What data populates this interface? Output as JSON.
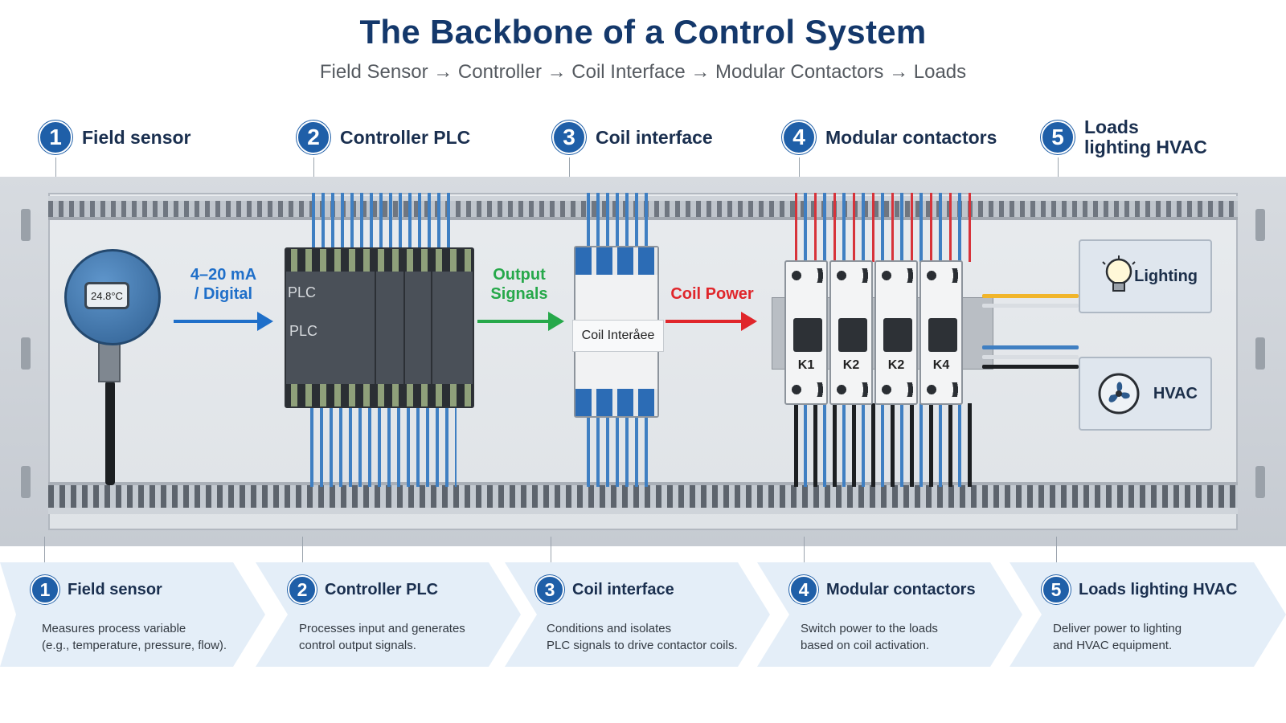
{
  "header": {
    "title": "The Backbone of a Control System",
    "subtitle": "Field Sensor → Controller → Coil Interface → Modular Contactors → Loads"
  },
  "steps": [
    {
      "num": "1",
      "label": "Field sensor",
      "desc": "Measures process variable\n(e.g., temperature, pressure, flow)."
    },
    {
      "num": "2",
      "label": "Controller PLC",
      "desc": "Processes input and generates\ncontrol output signals."
    },
    {
      "num": "3",
      "label": "Coil interface",
      "desc": "Conditions and isolates\nPLC signals to drive contactor coils."
    },
    {
      "num": "4",
      "label": "Modular contactors",
      "desc": "Switch power to the loads\nbased on coil activation."
    },
    {
      "num": "5",
      "label": "Loads lighting HVAC",
      "desc": "Deliver power to lighting\nand HVAC equipment."
    }
  ],
  "top_step5_label_lines": [
    "Loads",
    "lighting HVAC"
  ],
  "panel": {
    "sensor_reading": "24.8°C",
    "plc_labels": [
      "PLC",
      "PLC"
    ],
    "coil_label": "Coil Interåee",
    "contactors": [
      "K1",
      "K2",
      "K2",
      "K4"
    ],
    "loads": {
      "lighting": "Lighting",
      "hvac": "HVAC"
    }
  },
  "flows": [
    {
      "lines": [
        "4–20 mA",
        "/ Digital"
      ],
      "color": "#1f6fc9"
    },
    {
      "lines": [
        "Output",
        "Signals"
      ],
      "color": "#26a84a"
    },
    {
      "lines": [
        "Coil Power"
      ],
      "color": "#e0262b"
    }
  ],
  "colors": {
    "brand": "#1f5fa8",
    "title": "#14386b",
    "signal_blue": "#1f6fc9",
    "signal_green": "#26a84a",
    "power_red": "#e0262b"
  },
  "icons": [
    "bulb-icon",
    "fan-icon"
  ]
}
